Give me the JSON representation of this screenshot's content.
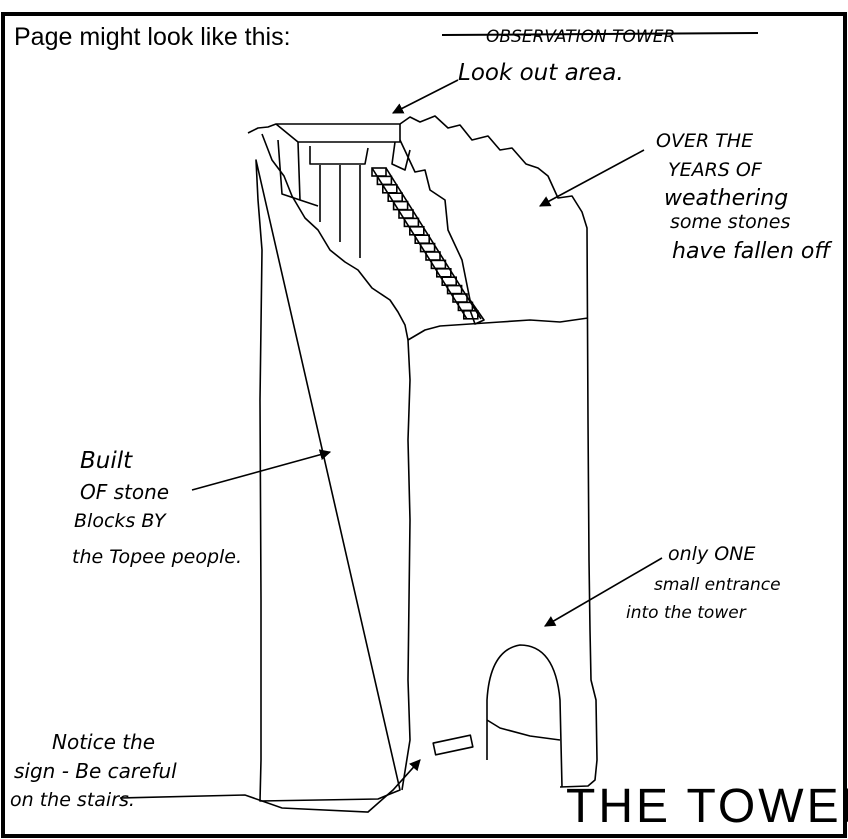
{
  "header": {
    "text": "Page   might look like this:",
    "struck_title": "OBSERVATION TOWER"
  },
  "annotations": {
    "lookout": "Look out area.",
    "weathering": [
      "OVER THE",
      "YEARS OF",
      "weathering",
      "some stones",
      "have fallen off"
    ],
    "built": [
      "Built",
      "OF stone",
      "Blocks BY",
      "the Topee people."
    ],
    "entrance": [
      "only ONE",
      "small entrance",
      "into the tower"
    ],
    "sign": [
      "Notice the",
      "sign - Be careful",
      "on the stairs."
    ]
  },
  "caption": "THE TOWER",
  "colors": {
    "ink": "#000000",
    "paper": "#ffffff"
  }
}
